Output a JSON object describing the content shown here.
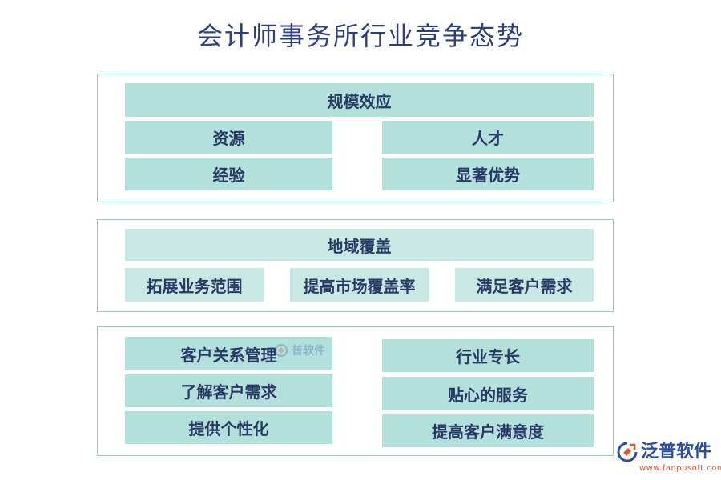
{
  "title": "会计师事务所行业竞争态势",
  "sections": [
    {
      "header": "规模效应",
      "items": [
        "资源",
        "人才",
        "经验",
        "显著优势"
      ]
    },
    {
      "header": "地域覆盖",
      "items": [
        "拓展业务范围",
        "提高市场覆盖率",
        "满足客户需求"
      ]
    },
    {
      "left": [
        "客户关系管理",
        "了解客户需求",
        "提供个性化"
      ],
      "right": [
        "行业专长",
        "贴心的服务",
        "提高客户满意度"
      ]
    }
  ],
  "watermark": "普软件",
  "logo": {
    "name": "泛普软件",
    "url": "www.fanpusoft.com"
  },
  "colors": {
    "box_dark": "#b3e0da",
    "box_light": "#c9e8e3",
    "panel_border": "#8fc9c4",
    "text": "#2a3a66",
    "title": "#2e3f7a"
  }
}
